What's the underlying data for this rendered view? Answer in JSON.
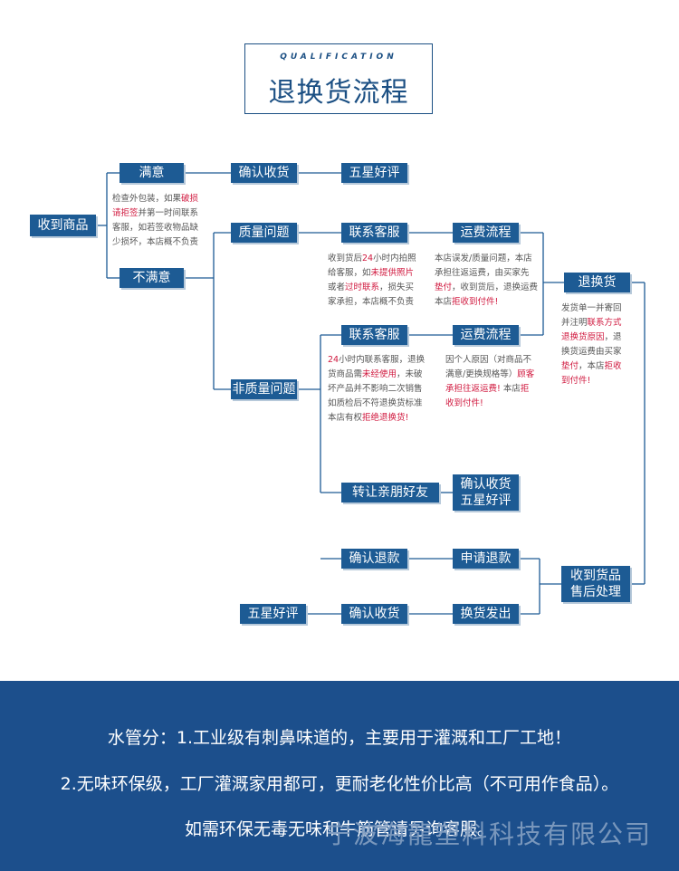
{
  "header": {
    "title_en": "QUALIFICATION",
    "title_zh": "退换货流程"
  },
  "boxes": {
    "received": "收到商品",
    "satisfied": "满意",
    "unsatisfied": "不满意",
    "confirm_receipt_1": "确认收货",
    "five_star_1": "五星好评",
    "quality_issue": "质量问题",
    "contact_cs_1": "联系客服",
    "freight_flow_1": "运费流程",
    "return_exchange": "退换货",
    "contact_cs_2": "联系客服",
    "freight_flow_2": "运费流程",
    "non_quality_issue": "非质量问题",
    "transfer_friends": "转让亲朋好友",
    "confirm_five_star": "确认收货\n五星好评",
    "confirm_refund": "确认退款",
    "apply_refund": "申请退款",
    "received_after_sale": "收到货品\n售后处理",
    "five_star_2": "五星好评",
    "confirm_receipt_2": "确认收货",
    "exchange_shipped": "换货发出"
  },
  "notes": {
    "inspect": [
      {
        "t": "检查外包装，如果"
      },
      {
        "t": "破损",
        "red": true
      },
      {
        "t": "\n"
      },
      {
        "t": "请拒签",
        "red": true
      },
      {
        "t": "并第一时间联系\n客服，如若签收物品缺\n少损坏，本店概不负责"
      }
    ],
    "quality_contact": [
      {
        "t": "收到货后"
      },
      {
        "t": "24",
        "red": true
      },
      {
        "t": "小时内拍照\n给客服，如"
      },
      {
        "t": "未提供照片",
        "red": true
      },
      {
        "t": "\n或者"
      },
      {
        "t": "过时联系",
        "red": true
      },
      {
        "t": "，损失买\n家承担，本店概不负责"
      }
    ],
    "quality_freight": [
      {
        "t": "本店误发/质量问题，本店\n承担往返运费，由买家先\n"
      },
      {
        "t": "垫付",
        "red": true
      },
      {
        "t": "，收到货后，退换运费\n本店"
      },
      {
        "t": "拒收到付件!",
        "red": true
      }
    ],
    "return_note": [
      {
        "t": "发货单一并寄回\n并注明"
      },
      {
        "t": "联系方式\n退换货原因",
        "red": true
      },
      {
        "t": "，退\n换货运费由买家\n"
      },
      {
        "t": "垫付",
        "red": true
      },
      {
        "t": "，本店"
      },
      {
        "t": "拒收\n到付件!",
        "red": true
      }
    ],
    "nonquality_contact": [
      {
        "t": "24",
        "red": true
      },
      {
        "t": "小时内联系客服，退换\n货商品需"
      },
      {
        "t": "未经使用",
        "red": true
      },
      {
        "t": "，未破\n坏产品并不影响二次销售\n如质检后不符退换货标准\n本店有权"
      },
      {
        "t": "拒绝退换货!",
        "red": true
      }
    ],
    "nonquality_freight": [
      {
        "t": "因个人原因（对商品不\n满意/更换规格等）"
      },
      {
        "t": "顾客\n承担往返运费!",
        "red": true
      },
      {
        "t": " 本店"
      },
      {
        "t": "拒\n收到付件!",
        "red": true
      }
    ]
  },
  "footer": {
    "line1": "水管分：1.工业级有刺鼻味道的，主要用于灌溉和工厂工地！",
    "line2": "2.无味环保级，工厂灌溉家用都可，更耐老化性价比高（不可用作食品）。",
    "line3": "如需环保无毒无味和牛筋管请另询客服。",
    "watermark": "宁波海龍塑料科技有限公司"
  },
  "colors": {
    "box": "#1d5b94",
    "line": "#1d5b94",
    "red": "#d0183e",
    "footer": "#1c4f8c"
  }
}
